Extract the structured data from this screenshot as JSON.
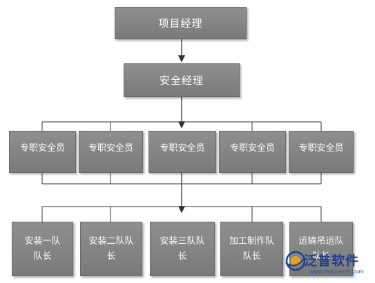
{
  "top": {
    "label": "项目经理"
  },
  "second": {
    "label": "安全经理"
  },
  "officers": [
    {
      "label": "专职安全员"
    },
    {
      "label": "专职安全员"
    },
    {
      "label": "专职安全员"
    },
    {
      "label": "专职安全员"
    },
    {
      "label": "专职安全员"
    }
  ],
  "teams": [
    {
      "label": "安装一队\n队长"
    },
    {
      "label": "安装二队队\n长"
    },
    {
      "label": "安装三队队\n长"
    },
    {
      "label": "加工制作队\n队长"
    },
    {
      "label": "运输吊运队\n队长"
    }
  ],
  "watermark": {
    "brand": "泛普软件",
    "url": "www.fanpusoft.com"
  },
  "colors": {
    "box": "#808080",
    "line": "#333333",
    "brand": "#1e3e8f"
  }
}
